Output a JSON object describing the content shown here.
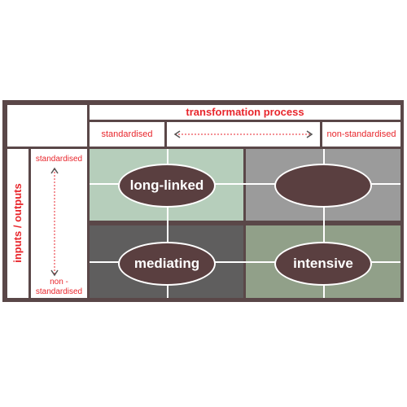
{
  "header": {
    "title": "transformation process",
    "left_label": "standardised",
    "right_label": "non-standardised"
  },
  "side": {
    "title": "inputs / outputs",
    "top_label": "standardised",
    "bottom_label_line1": "non -",
    "bottom_label_line2": "standardised"
  },
  "quadrants": {
    "top_left": {
      "label": "long-linked",
      "color": "#b6cebb"
    },
    "top_right": {
      "label": "",
      "color": "#9b9b9b"
    },
    "bottom_left": {
      "label": "mediating",
      "color": "#5f5e5e"
    },
    "bottom_right": {
      "label": "intensive",
      "color": "#91a089"
    }
  },
  "colors": {
    "frame": "#5a4748",
    "accent_red": "#e8262c",
    "ellipse": "#5a3f40"
  }
}
